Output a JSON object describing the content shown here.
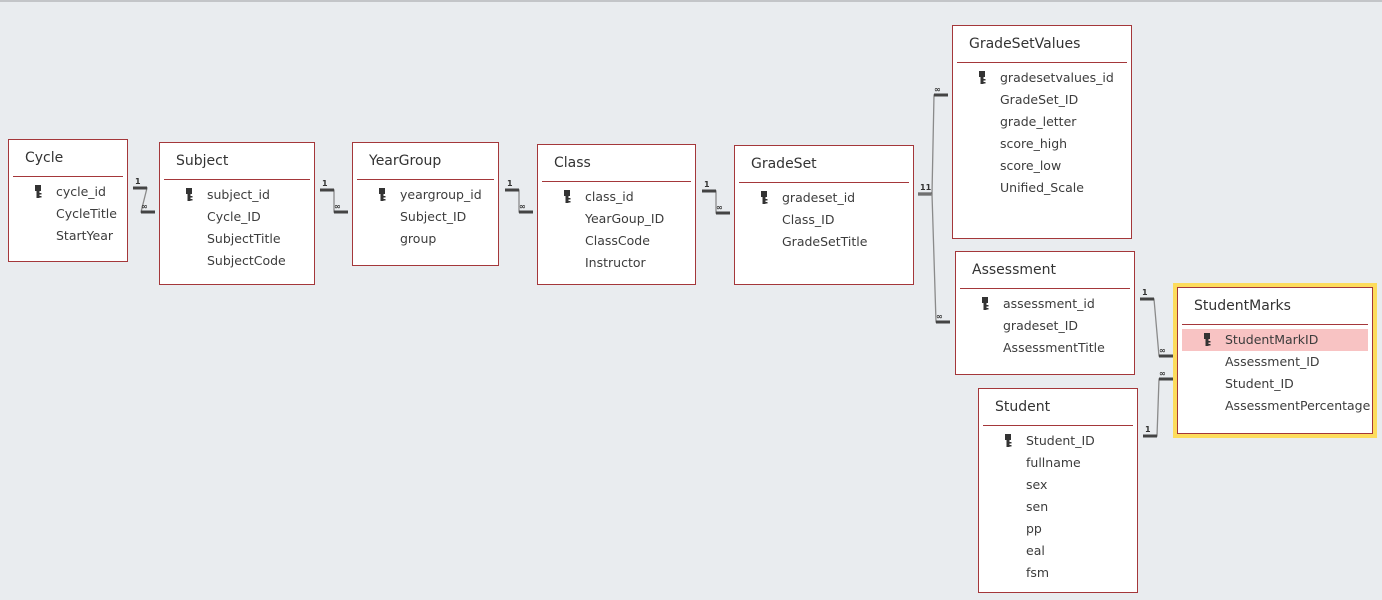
{
  "tables": [
    {
      "id": "cycle",
      "name": "Cycle",
      "fields": [
        {
          "name": "cycle_id",
          "key": true
        },
        {
          "name": "CycleTitle"
        },
        {
          "name": "StartYear"
        }
      ]
    },
    {
      "id": "subject",
      "name": "Subject",
      "fields": [
        {
          "name": "subject_id",
          "key": true
        },
        {
          "name": "Cycle_ID"
        },
        {
          "name": "SubjectTitle"
        },
        {
          "name": "SubjectCode"
        }
      ]
    },
    {
      "id": "yeargroup",
      "name": "YearGroup",
      "fields": [
        {
          "name": "yeargroup_id",
          "key": true
        },
        {
          "name": "Subject_ID"
        },
        {
          "name": "group"
        }
      ]
    },
    {
      "id": "class",
      "name": "Class",
      "fields": [
        {
          "name": "class_id",
          "key": true
        },
        {
          "name": "YearGoup_ID"
        },
        {
          "name": "ClassCode"
        },
        {
          "name": "Instructor"
        }
      ]
    },
    {
      "id": "gradeset",
      "name": "GradeSet",
      "fields": [
        {
          "name": "gradeset_id",
          "key": true
        },
        {
          "name": "Class_ID"
        },
        {
          "name": "GradeSetTitle"
        }
      ]
    },
    {
      "id": "gradesetvalues",
      "name": "GradeSetValues",
      "fields": [
        {
          "name": "gradesetvalues_id",
          "key": true
        },
        {
          "name": "GradeSet_ID"
        },
        {
          "name": "grade_letter"
        },
        {
          "name": "score_high"
        },
        {
          "name": "score_low"
        },
        {
          "name": "Unified_Scale"
        }
      ]
    },
    {
      "id": "assessment",
      "name": "Assessment",
      "fields": [
        {
          "name": "assessment_id",
          "key": true
        },
        {
          "name": "gradeset_ID"
        },
        {
          "name": "AssessmentTitle"
        }
      ]
    },
    {
      "id": "studentmarks",
      "name": "StudentMarks",
      "selected": true,
      "fields": [
        {
          "name": "StudentMarkID",
          "key": true,
          "selected": true
        },
        {
          "name": "Assessment_ID"
        },
        {
          "name": "Student_ID"
        },
        {
          "name": "AssessmentPercentage"
        }
      ]
    },
    {
      "id": "student",
      "name": "Student",
      "fields": [
        {
          "name": "Student_ID",
          "key": true
        },
        {
          "name": "fullname"
        },
        {
          "name": "sex"
        },
        {
          "name": "sen"
        },
        {
          "name": "pp"
        },
        {
          "name": "eal"
        },
        {
          "name": "fsm"
        }
      ]
    }
  ],
  "relationships": [
    {
      "from": "cycle",
      "to": "subject",
      "one": "1",
      "many": "∞"
    },
    {
      "from": "subject",
      "to": "yeargroup",
      "one": "1",
      "many": "∞"
    },
    {
      "from": "yeargroup",
      "to": "class",
      "one": "1",
      "many": "∞"
    },
    {
      "from": "class",
      "to": "gradeset",
      "one": "1",
      "many": "∞"
    },
    {
      "from": "gradeset",
      "to": "gradesetvalues",
      "one": "1",
      "many": "∞"
    },
    {
      "from": "gradeset",
      "to": "assessment",
      "one": "1",
      "many": "∞"
    },
    {
      "from": "assessment",
      "to": "studentmarks",
      "one": "1",
      "many": "∞"
    },
    {
      "from": "student",
      "to": "studentmarks",
      "one": "1",
      "many": "∞"
    }
  ],
  "colors": {
    "border": "#a4373a",
    "selection": "#fddc5c",
    "selected_row": "#f8c3c3",
    "background": "#e9ecef"
  }
}
